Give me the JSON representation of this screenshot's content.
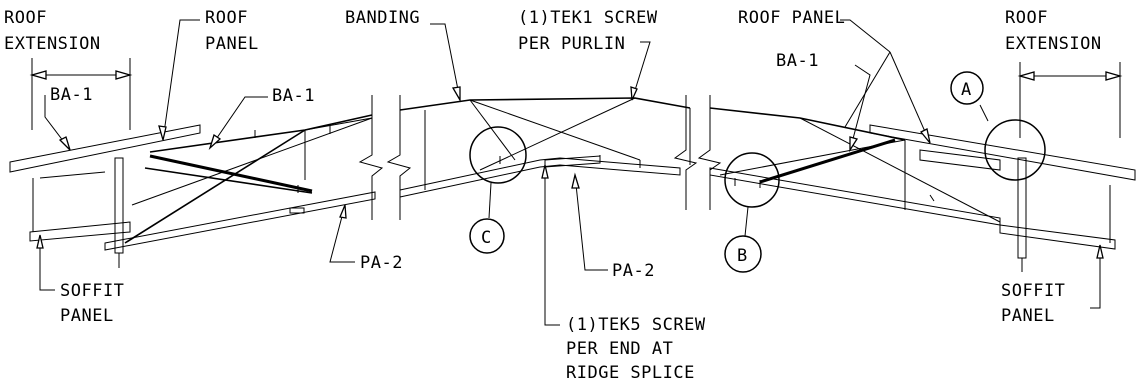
{
  "labels": {
    "roof_extension_left_1": "ROOF",
    "roof_extension_left_2": "EXTENSION",
    "roof_panel_left_1": "ROOF",
    "roof_panel_left_2": "PANEL",
    "banding": "BANDING",
    "tek1_1": "(1)TEK1 SCREW",
    "tek1_2": "PER PURLIN",
    "roof_panel_right": "ROOF PANEL",
    "roof_extension_right_1": "ROOF",
    "roof_extension_right_2": "EXTENSION",
    "ba1_left_inner": "BA-1",
    "ba1_left_center": "BA-1",
    "ba1_right": "BA-1",
    "pa2_left": "PA-2",
    "pa2_center": "PA-2",
    "soffit_left_1": "SOFFIT",
    "soffit_left_2": "PANEL",
    "soffit_right_1": "SOFFIT",
    "soffit_right_2": "PANEL",
    "tek5_1": "(1)TEK5 SCREW",
    "tek5_2": "PER END AT",
    "tek5_3": "RIDGE SPLICE"
  },
  "callouts": {
    "a": "A",
    "b": "B",
    "c": "C"
  }
}
